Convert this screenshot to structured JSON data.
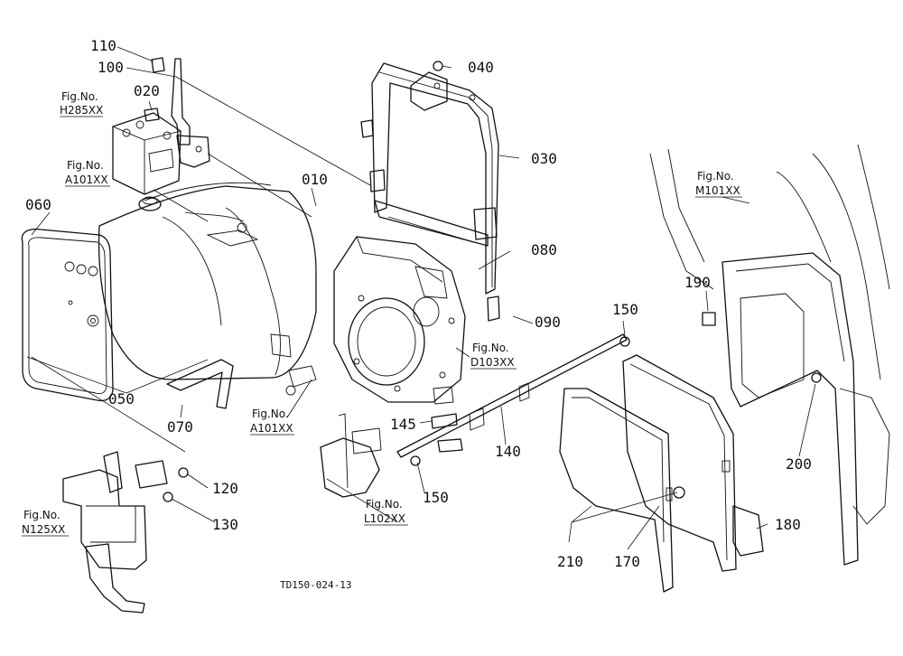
{
  "part_labels": {
    "p010": "010",
    "p020": "020",
    "p030": "030",
    "p040": "040",
    "p050": "050",
    "p060": "060",
    "p070": "070",
    "p080": "080",
    "p090": "090",
    "p100": "100",
    "p110": "110",
    "p120": "120",
    "p130": "130",
    "p140": "140",
    "p145": "145",
    "p150a": "150",
    "p150b": "150",
    "p170": "170",
    "p180": "180",
    "p190": "190",
    "p200": "200",
    "p210": "210"
  },
  "fig_refs": {
    "h285": {
      "line1": "Fig.No.",
      "line2": "H285XX"
    },
    "a101a": {
      "line1": "Fig.No.",
      "line2": "A101XX"
    },
    "a101b": {
      "line1": "Fig.No.",
      "line2": "A101XX"
    },
    "m101": {
      "line1": "Fig.No.",
      "line2": "M101XX"
    },
    "d103": {
      "line1": "Fig.No.",
      "line2": "D103XX"
    },
    "l102": {
      "line1": "Fig.No.",
      "line2": "L102XX"
    },
    "n125": {
      "line1": "Fig.No.",
      "line2": "N125XX"
    }
  },
  "drawing_code": "TD150-024-13"
}
